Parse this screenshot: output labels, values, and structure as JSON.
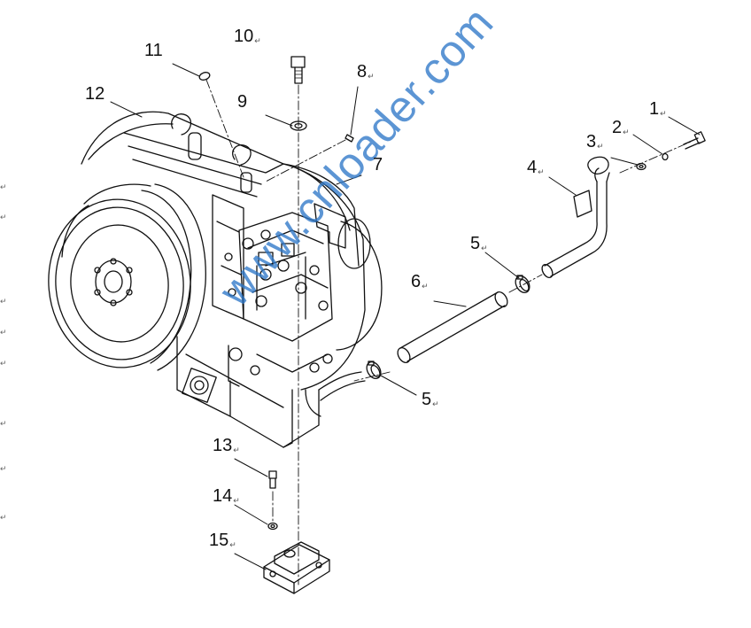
{
  "callouts": [
    {
      "id": "1",
      "label": "1"
    },
    {
      "id": "2",
      "label": "2"
    },
    {
      "id": "3",
      "label": "3"
    },
    {
      "id": "4",
      "label": "4"
    },
    {
      "id": "5a",
      "label": "5"
    },
    {
      "id": "5b",
      "label": "5"
    },
    {
      "id": "6",
      "label": "6"
    },
    {
      "id": "7",
      "label": "7"
    },
    {
      "id": "8",
      "label": "8"
    },
    {
      "id": "9",
      "label": "9"
    },
    {
      "id": "10",
      "label": "10"
    },
    {
      "id": "11",
      "label": "11"
    },
    {
      "id": "12",
      "label": "12"
    },
    {
      "id": "13",
      "label": "13"
    },
    {
      "id": "14",
      "label": "14"
    },
    {
      "id": "15",
      "label": "15"
    }
  ],
  "return_mark": "↵",
  "watermark": "www.cnloader.com",
  "edge_mark": "↵"
}
